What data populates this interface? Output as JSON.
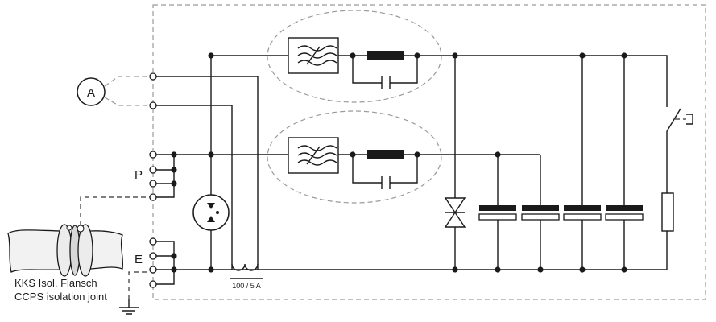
{
  "labels": {
    "ammeter": "A",
    "terminal_p": "P",
    "terminal_e": "E",
    "ct_rating": "100 / 5 A",
    "flange_de": "KKS Isol. Flansch",
    "flange_en": "CCPS isolation joint"
  },
  "colors": {
    "line": "#1a1a1a",
    "enclosure_dash": "#9a9a9a",
    "pipe_fill": "#f2f2f2"
  },
  "icons": {
    "filter": "lowpass-filter-icon",
    "inductor": "inductor-icon",
    "capacitor": "capacitor-icon",
    "spark_gap": "spark-gap-icon",
    "surge_arrester": "surge-arrester-icon",
    "resistor": "resistor-icon",
    "switch": "switch-icon",
    "ground": "ground-icon",
    "ammeter": "ammeter-icon"
  }
}
